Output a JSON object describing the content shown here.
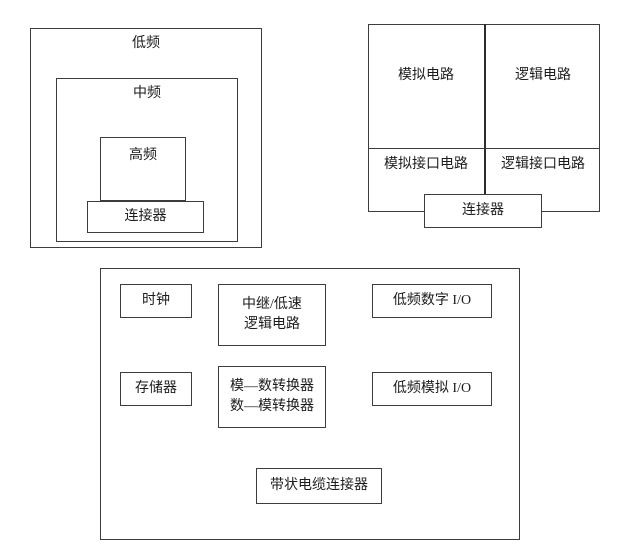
{
  "freq_diagram": {
    "outer_label": "低频",
    "middle_label": "中频",
    "inner_label": "高频",
    "connector_label": "连接器"
  },
  "circuit_diagram": {
    "top_left_label": "模拟电路",
    "top_right_label": "逻辑电路",
    "bottom_left_label": "模拟接口电路",
    "bottom_right_label": "逻辑接口电路",
    "connector_label": "连接器"
  },
  "board_diagram": {
    "clock_label": "时钟",
    "relay_label": "中继/低速\n逻辑电路",
    "digital_io_label": "低频数字 I/O",
    "memory_label": "存储器",
    "converter_label": "模—数转换器\n数—模转换器",
    "analog_io_label": "低频模拟 I/O",
    "ribbon_label": "带状电缆连接器"
  }
}
